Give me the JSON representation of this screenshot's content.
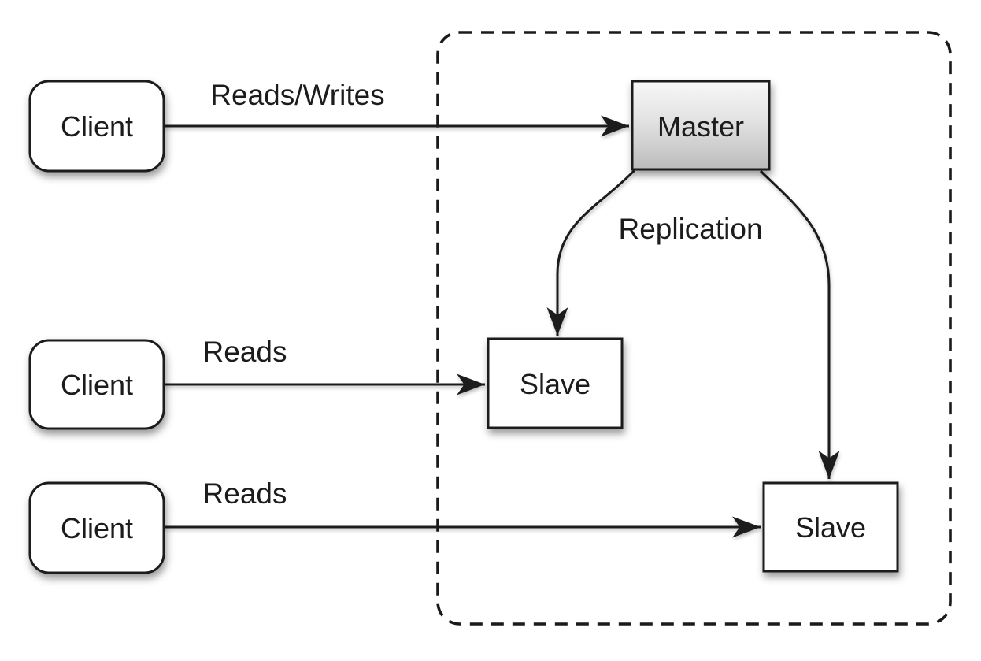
{
  "diagram": {
    "type": "architecture-diagram",
    "description_visible_text_only": true
  },
  "colors": {
    "background": "#ffffff",
    "stroke": "#1a1a1a",
    "text": "#1c1c1c",
    "node_fill": "#ffffff",
    "master_gradient_top": "#f7f7f7",
    "master_gradient_mid": "#e2e2e2",
    "master_gradient_bottom": "#bcbcbc"
  },
  "container": {
    "name": "replication-cluster-boundary",
    "style": "dashed"
  },
  "nodes": {
    "client1": {
      "label": "Client"
    },
    "client2": {
      "label": "Client"
    },
    "client3": {
      "label": "Client"
    },
    "master": {
      "label": "Master"
    },
    "slave1": {
      "label": "Slave"
    },
    "slave2": {
      "label": "Slave"
    }
  },
  "edges": {
    "client1_master": {
      "label": "Reads/Writes",
      "from": "client1",
      "to": "master"
    },
    "client2_slave1": {
      "label": "Reads",
      "from": "client2",
      "to": "slave1"
    },
    "client3_slave2": {
      "label": "Reads",
      "from": "client3",
      "to": "slave2"
    },
    "master_slave1": {
      "label": "",
      "from": "master",
      "to": "slave1"
    },
    "master_slave2": {
      "label": "",
      "from": "master",
      "to": "slave2"
    },
    "replication_label": {
      "label": "Replication"
    }
  }
}
